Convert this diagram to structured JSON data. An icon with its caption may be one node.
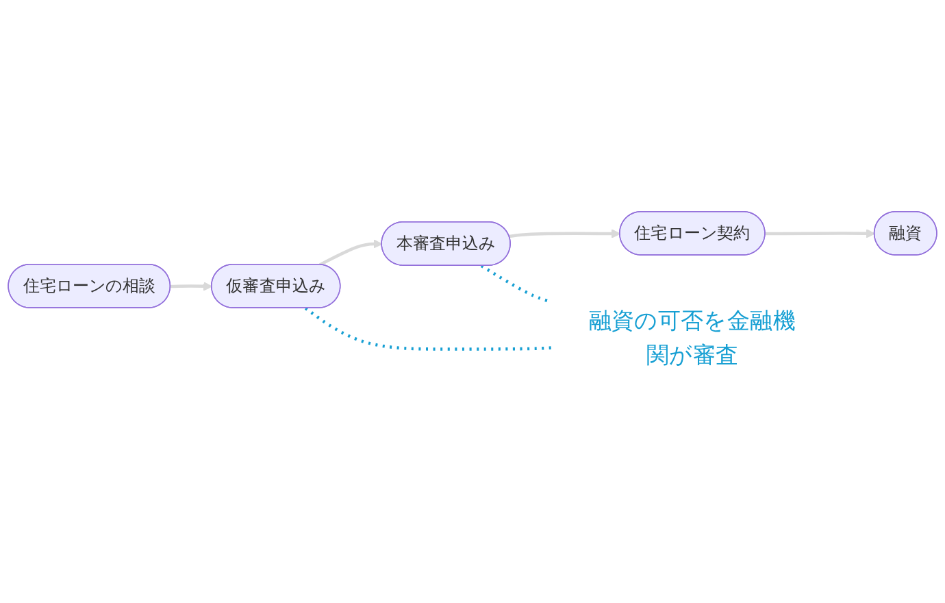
{
  "diagram": {
    "nodes": [
      {
        "text": [
          "住宅ローンの相談"
        ]
      },
      {
        "text": [
          "仮審査申込み"
        ]
      },
      {
        "text": [
          "本審査申込み"
        ]
      },
      {
        "text": [
          "住宅ローン契約"
        ]
      },
      {
        "text": [
          "融資"
        ]
      },
      {
        "text": [
          "融資の可否を金融機関が審査"
        ]
      }
    ],
    "edges": [
      {
        "from": 0,
        "to": 1,
        "arrow": "to"
      },
      {
        "from": 1,
        "to": 2,
        "arrow": "to"
      },
      {
        "from": 2,
        "to": 3,
        "arrow": "to"
      },
      {
        "from": 3,
        "to": 4,
        "arrow": "to"
      },
      {
        "from": 1,
        "to": 5,
        "arrow": "none",
        "style": "dashed",
        "color": "#169fd3"
      },
      {
        "from": 2,
        "to": 5,
        "arrow": "none",
        "style": "dashed",
        "color": "#169fd3"
      }
    ]
  }
}
